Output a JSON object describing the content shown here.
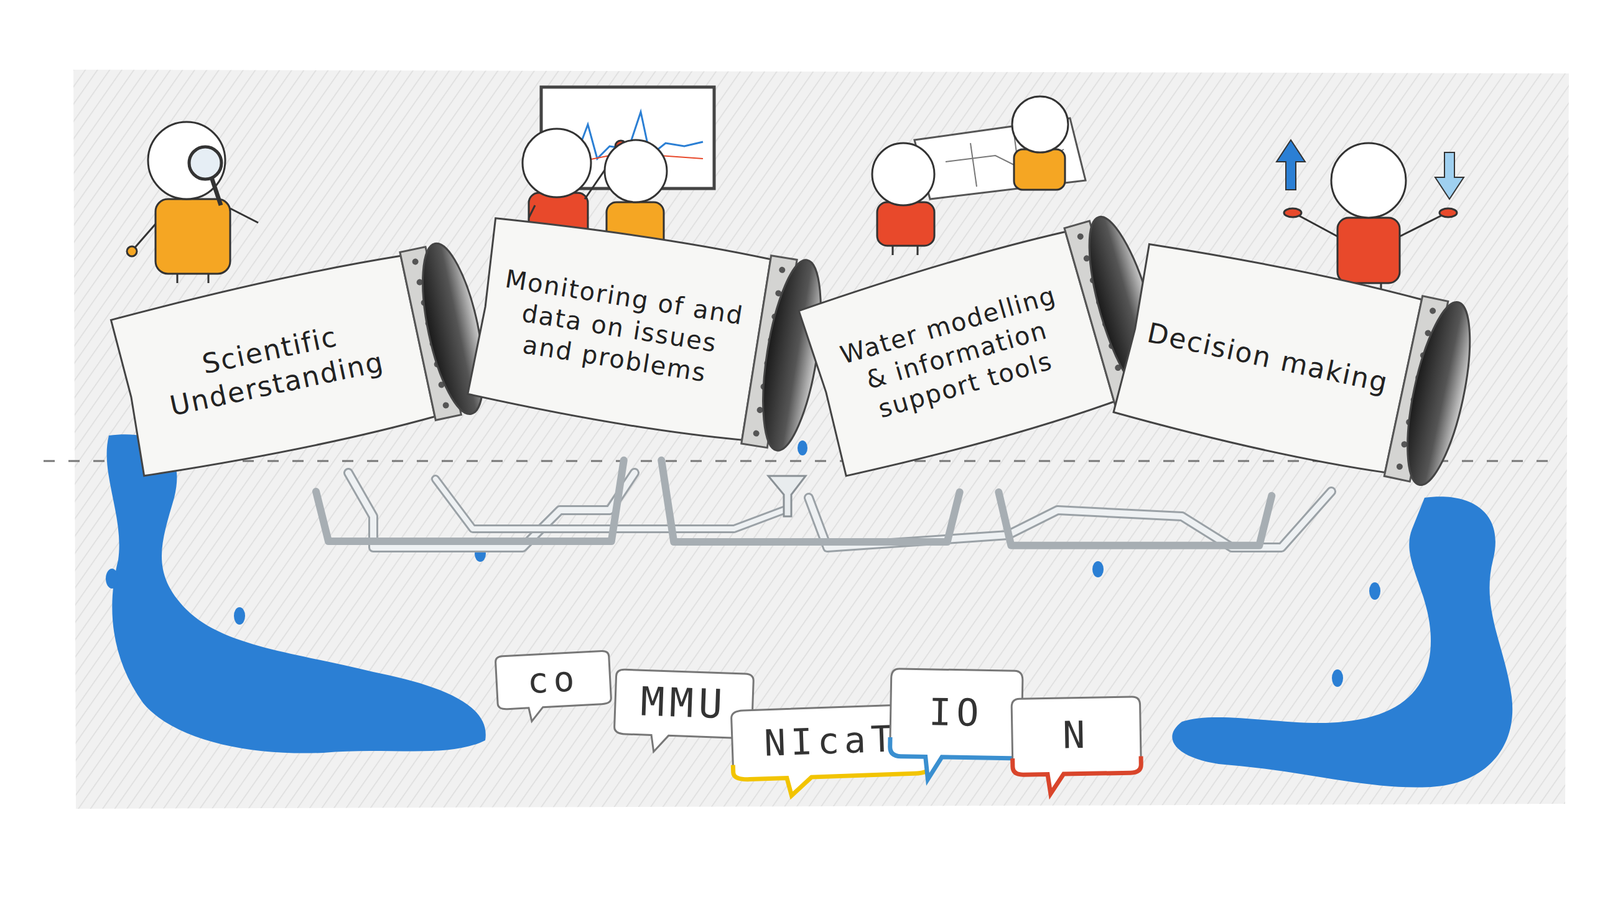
{
  "diagram": {
    "nodes": [
      {
        "text": [
          "Scientific Understanding"
        ]
      },
      {
        "text": [
          "Monitoring of and data on issues and problems"
        ]
      },
      {
        "text": [
          "Water modelling & information support tools"
        ]
      },
      {
        "text": [
          "Decision making"
        ]
      },
      {
        "text": [
          "co"
        ]
      },
      {
        "text": [
          "MMU"
        ]
      },
      {
        "text": [
          "NIcaT"
        ]
      },
      {
        "text": [
          "IO"
        ]
      },
      {
        "text": [
          "N"
        ]
      }
    ],
    "edges": [
      {
        "from": 0,
        "to": 1,
        "arrow": "none"
      },
      {
        "from": 1,
        "to": 2,
        "arrow": "none"
      },
      {
        "from": 2,
        "to": 3,
        "arrow": "none"
      }
    ]
  }
}
